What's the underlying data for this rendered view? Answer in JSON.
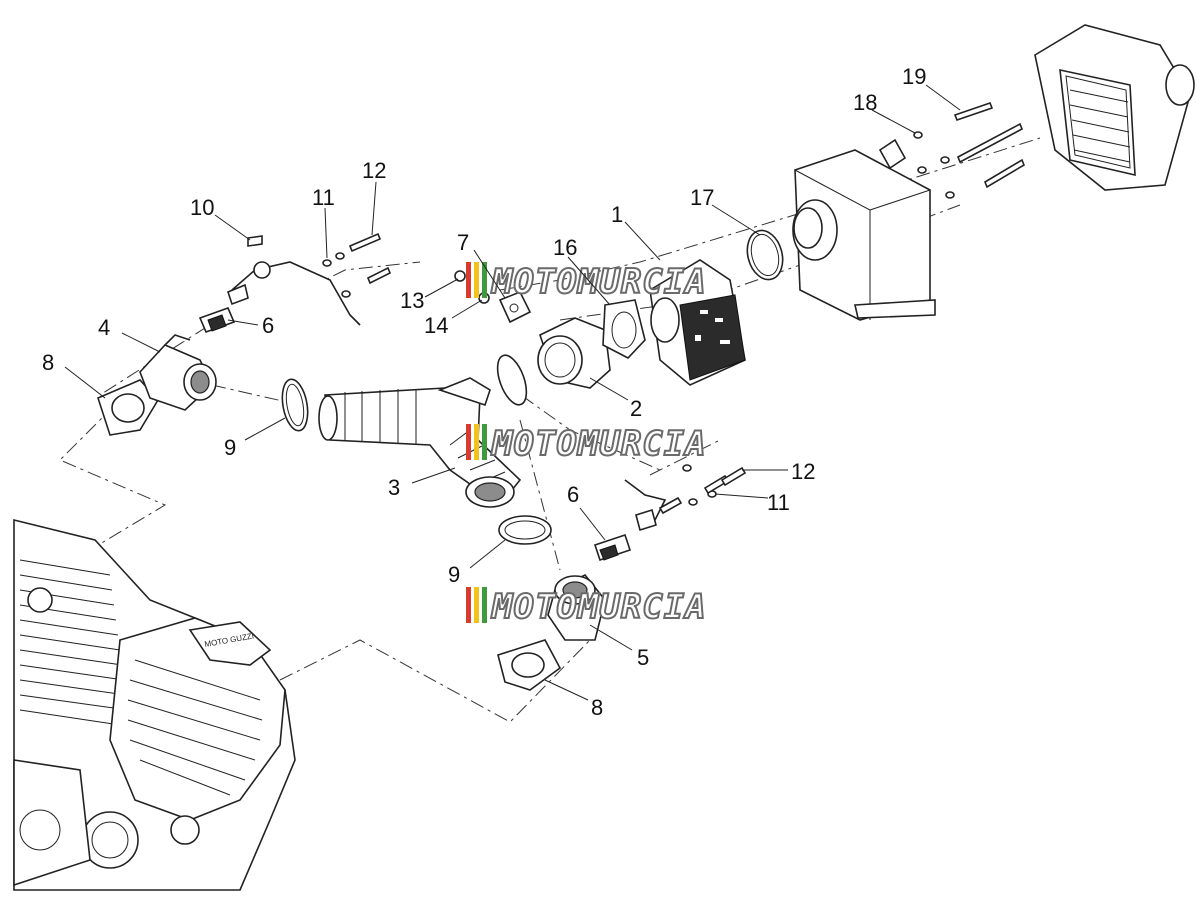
{
  "callouts": [
    {
      "id": "c1",
      "label": "1"
    },
    {
      "id": "c2",
      "label": "2"
    },
    {
      "id": "c3",
      "label": "3"
    },
    {
      "id": "c4",
      "label": "4"
    },
    {
      "id": "c5",
      "label": "5"
    },
    {
      "id": "c6a",
      "label": "6"
    },
    {
      "id": "c6b",
      "label": "6"
    },
    {
      "id": "c7",
      "label": "7"
    },
    {
      "id": "c8a",
      "label": "8"
    },
    {
      "id": "c8b",
      "label": "8"
    },
    {
      "id": "c9a",
      "label": "9"
    },
    {
      "id": "c9b",
      "label": "9"
    },
    {
      "id": "c10",
      "label": "10"
    },
    {
      "id": "c11a",
      "label": "11"
    },
    {
      "id": "c11b",
      "label": "11"
    },
    {
      "id": "c12a",
      "label": "12"
    },
    {
      "id": "c12b",
      "label": "12"
    },
    {
      "id": "c13",
      "label": "13"
    },
    {
      "id": "c14",
      "label": "14"
    },
    {
      "id": "c16",
      "label": "16"
    },
    {
      "id": "c17",
      "label": "17"
    },
    {
      "id": "c18",
      "label": "18"
    },
    {
      "id": "c19",
      "label": "19"
    }
  ],
  "watermark": {
    "text": "MOTOMURCIA",
    "stripe_colors": [
      "#d83a2e",
      "#f0c419",
      "#3d9a3d"
    ]
  }
}
